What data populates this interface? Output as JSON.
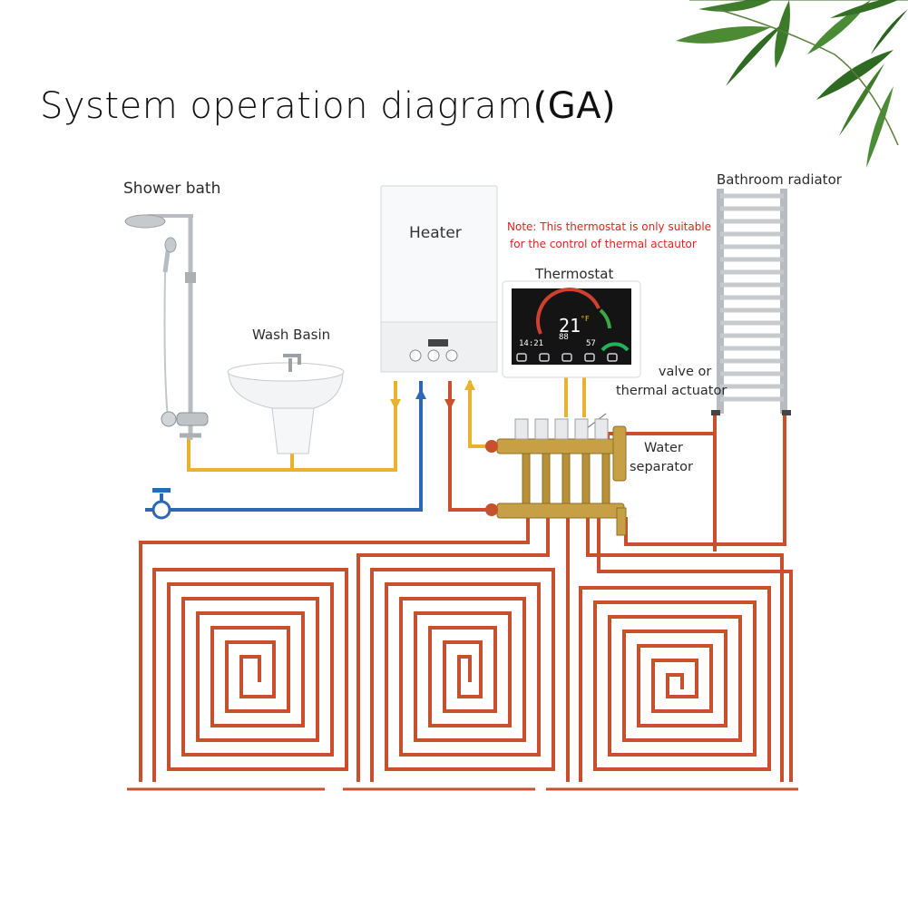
{
  "title": {
    "main": "System operation diagram",
    "suffix": "(GA)"
  },
  "labels": {
    "shower": "Shower bath",
    "heater": "Heater",
    "wash_basin": "Wash Basin",
    "thermostat": "Thermostat",
    "note_line1": "Note: This thermostat is only suitable",
    "note_line2": "for the control of thermal actautor",
    "valve_line1": "valve or",
    "valve_line2": "thermal actuator",
    "separator_line1": "Water",
    "separator_line2": "separator",
    "radiator": "Bathroom radiator"
  },
  "thermostat_display": {
    "temperature": "21",
    "unit": "°F",
    "time": "14:21",
    "set_value": "88",
    "humidity": "57"
  },
  "colors": {
    "hot_pipe": "#c8502c",
    "warm_pipe": "#e8b22e",
    "cold_pipe": "#2d69b3",
    "note_text": "#d9261c",
    "leaf": "#3e7a2c"
  },
  "icons": [
    "leaf-icon",
    "shower-icon",
    "basin-icon",
    "heater-icon",
    "thermostat-icon",
    "manifold-icon",
    "radiator-icon",
    "faucet-icon"
  ]
}
